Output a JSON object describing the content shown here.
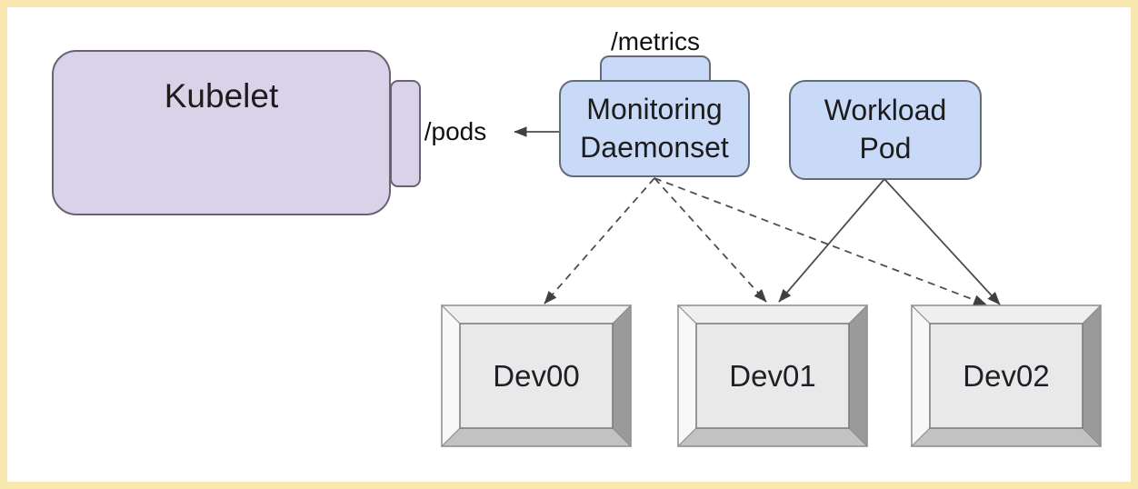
{
  "colors": {
    "frame_border": "#f9e7b0",
    "canvas_background": "#ffffff",
    "kubelet_fill": "#d9d2e9",
    "pod_fill": "#c9daf8",
    "device_face": "#e9e9e9",
    "connector": "#4d4d4d"
  },
  "nodes": {
    "kubelet": {
      "label": "Kubelet",
      "endpoint_label": "/pods"
    },
    "monitoring_daemonset": {
      "label": "Monitoring\nDaemonset",
      "endpoint_label": "/metrics"
    },
    "workload_pod": {
      "label": "Workload\nPod"
    },
    "devices": [
      {
        "label": "Dev00"
      },
      {
        "label": "Dev01"
      },
      {
        "label": "Dev02"
      }
    ]
  },
  "edges": [
    {
      "from": "monitoring-daemonset",
      "to": "kubelet-pods-endpoint",
      "style": "solid-arrow"
    },
    {
      "from": "monitoring-daemonset",
      "to": "dev00",
      "style": "dashed-arrow"
    },
    {
      "from": "monitoring-daemonset",
      "to": "dev01",
      "style": "dashed-arrow"
    },
    {
      "from": "monitoring-daemonset",
      "to": "dev02",
      "style": "dashed-arrow"
    },
    {
      "from": "workload-pod",
      "to": "dev01",
      "style": "solid-arrow"
    },
    {
      "from": "workload-pod",
      "to": "dev02",
      "style": "solid-arrow"
    }
  ]
}
